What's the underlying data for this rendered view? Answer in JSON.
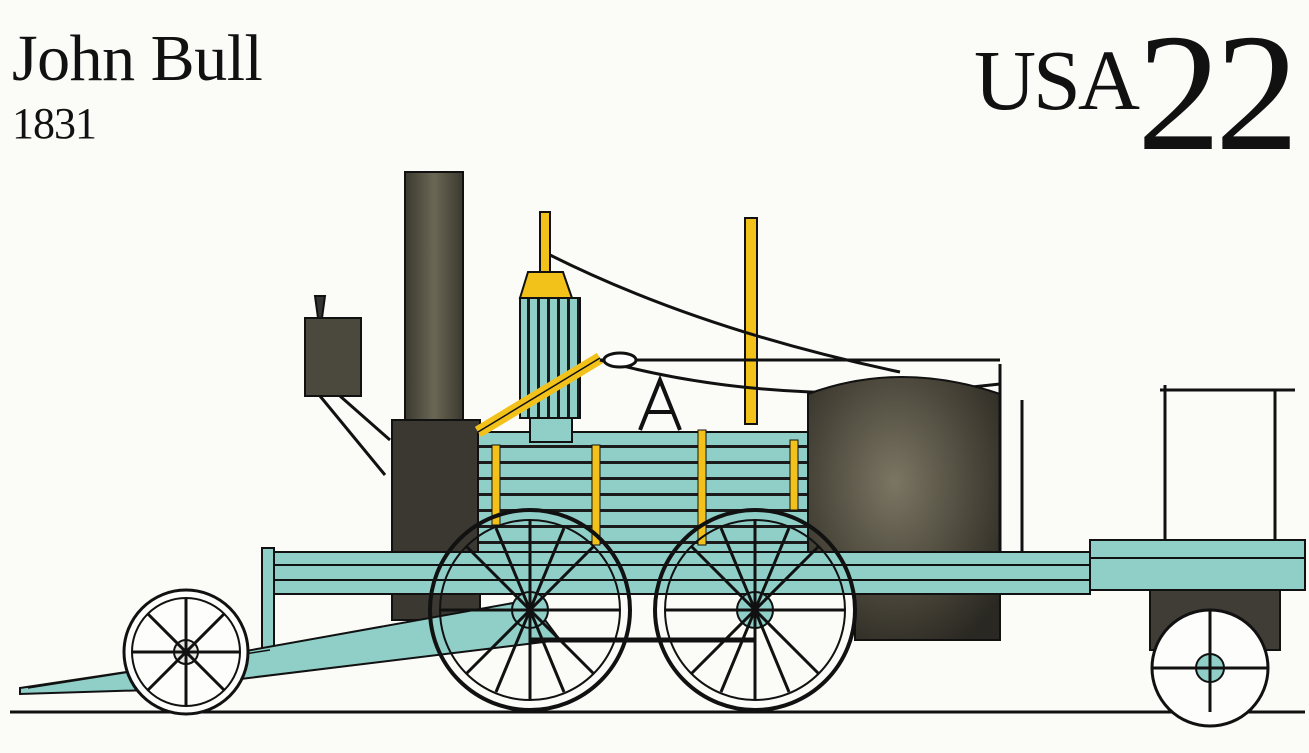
{
  "stamp": {
    "title": "John Bull",
    "year": "1831",
    "country": "USA",
    "denomination": "22"
  },
  "palette": {
    "paper": "#fbfbf8",
    "ink": "#111111",
    "teal": "#8fcfc8",
    "yellow": "#f2c21a",
    "smoke": "#5d584a"
  }
}
